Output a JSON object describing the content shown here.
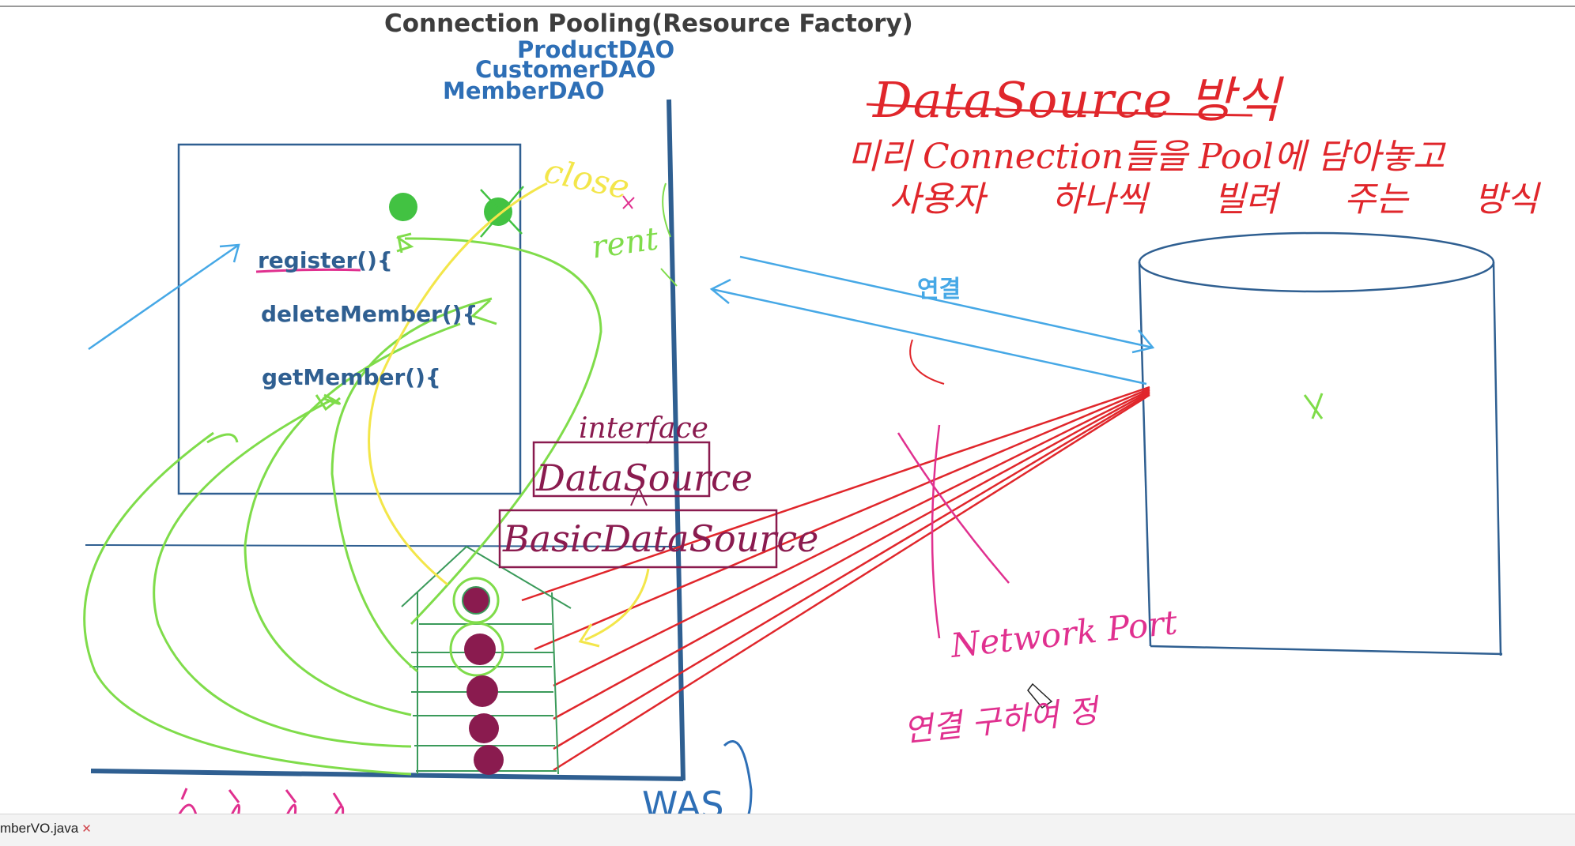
{
  "header": {
    "title": "Connection Pooling(Resource Factory)",
    "daos": [
      "ProductDAO",
      "CustomerDAO",
      "MemberDAO"
    ]
  },
  "dao_box": {
    "methods": [
      "register(){",
      "deleteMember(){",
      "getMember(){"
    ]
  },
  "notes": {
    "datasource_title": "DataSource 방식",
    "datasource_desc_line1": "미리 Connection들을 Pool에 담아놓고",
    "datasource_desc_line2": "사용자 하나씩 빌려 주는 방식",
    "link_label": "연결",
    "close_label": "close",
    "rent_label": "rent",
    "interface_label": "interface",
    "datasource_box": "DataSource",
    "basicdatasource_box": "BasicDataSource",
    "network_port": "Network Port",
    "network_port_sub": "연결 구하여 정",
    "was_label": "WAS"
  },
  "tab": {
    "filename": "mberVO.java",
    "close_glyph": "✕"
  },
  "colors": {
    "pen_blue": "#2e6fb6",
    "pen_red": "#e0262b",
    "pen_green": "#7fdc4a",
    "pen_yellow": "#f3e64a",
    "pen_magenta": "#e0308f",
    "pen_purple": "#8a1b4f"
  }
}
